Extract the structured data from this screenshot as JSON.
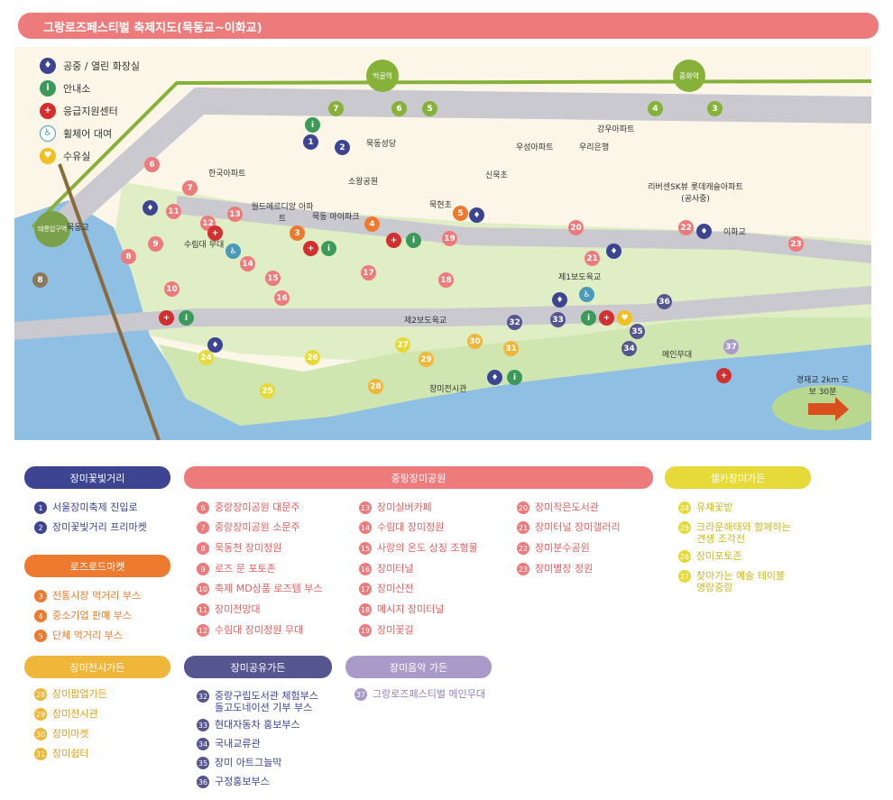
{
  "title": "그랑로즈페스티벌 축제지도(묵동교~이화교)",
  "legend": [
    {
      "label": "공중 / 열린 화장실",
      "icon": "toilet-icon",
      "color": "#3d4592"
    },
    {
      "label": "안내소",
      "icon": "info-icon",
      "color": "#3b9a5a"
    },
    {
      "label": "응급지원센터",
      "icon": "first-aid-icon",
      "color": "#d32f2f"
    },
    {
      "label": "휠체어 대여",
      "icon": "wheelchair-icon",
      "color": "#4a9ab8"
    },
    {
      "label": "수유실",
      "icon": "nursing-icon",
      "color": "#f0c020"
    }
  ],
  "map_labels": {
    "station_muk": "먹골역",
    "station_jh": "중화역",
    "station_tr": "태릉입구역",
    "mukdong_sd": "묵동성당",
    "sowang": "소왕공원",
    "korea_apt": "한국아파트",
    "worldmeridian": "월드메르디앙 아파트",
    "mukdong_ipark": "묵동 아이파크",
    "mukhyun": "묵현초",
    "woosung": "우성아파트",
    "woori": "우리은행",
    "gangwoo": "강우아파트",
    "sinmuk": "신묵초",
    "riverview": "리버센SK뷰 롯데캐슬아파트 (공사중)",
    "mukdonggyo": "묵동교",
    "suranda": "수림대 무대",
    "bridge1": "제1보도육교",
    "bridge2": "제2보도육교",
    "exhibit": "장미전시관",
    "mainstage": "메인무대",
    "ihwagyo": "이화교",
    "gyeongjae": "경재교 2km 도보 30분"
  },
  "sections": {
    "rose_street": {
      "title": "장미꽃빛거리",
      "color": "#3d4592",
      "items": [
        {
          "n": "1",
          "t": "서울장미축제 진입로"
        },
        {
          "n": "2",
          "t": "장미꽃빛거리 프리마켓"
        }
      ]
    },
    "rose_road": {
      "title": "로즈로드마켓",
      "color": "#ee7a2f",
      "items": [
        {
          "n": "3",
          "t": "전통시장 먹거리 부스"
        },
        {
          "n": "4",
          "t": "중소기업 판매 부스"
        },
        {
          "n": "5",
          "t": "단체 먹거리 부스"
        }
      ]
    },
    "rose_exhibit": {
      "title": "장미전시가든",
      "color": "#f0b63a",
      "items": [
        {
          "n": "28",
          "t": "장미팝업가든"
        },
        {
          "n": "29",
          "t": "장미전시관"
        },
        {
          "n": "30",
          "t": "장미마켓"
        },
        {
          "n": "31",
          "t": "장미쉼터"
        }
      ]
    },
    "park": {
      "title": "중랑장미공원",
      "color": "#ee7b7b",
      "col1": [
        {
          "n": "6",
          "t": "중랑장미공원 대문주"
        },
        {
          "n": "7",
          "t": "중랑장미공원 소문주"
        },
        {
          "n": "8",
          "t": "묵동천 장미정원"
        },
        {
          "n": "9",
          "t": "로즈 문 포토존"
        },
        {
          "n": "10",
          "t": "축제 MD상품 로즈템 부스"
        },
        {
          "n": "11",
          "t": "장미전망대"
        },
        {
          "n": "12",
          "t": "수림대 장미정원 무대"
        }
      ],
      "col2": [
        {
          "n": "13",
          "t": "장미실버카페"
        },
        {
          "n": "14",
          "t": "수림대 장미정원"
        },
        {
          "n": "15",
          "t": "사랑의 온도 상징 조형물"
        },
        {
          "n": "16",
          "t": "장미터널"
        },
        {
          "n": "17",
          "t": "장미신전"
        },
        {
          "n": "18",
          "t": "메시지 장미터널"
        },
        {
          "n": "19",
          "t": "장미꽃길"
        }
      ],
      "col3": [
        {
          "n": "20",
          "t": "장미작은도서관"
        },
        {
          "n": "21",
          "t": "장미터널 장미갤러리"
        },
        {
          "n": "22",
          "t": "장미분수공원"
        },
        {
          "n": "23",
          "t": "장미별장 정원"
        }
      ]
    },
    "share": {
      "title": "장미공유가든",
      "color": "#55568f",
      "items": [
        {
          "n": "32",
          "t": "중랑구립도서관 체험부스",
          "t2": "돌고도네이션 기부 부스"
        },
        {
          "n": "33",
          "t": "현대자동차 홍보부스"
        },
        {
          "n": "34",
          "t": "국내교류관"
        },
        {
          "n": "35",
          "t": "장미 아트그늘막"
        },
        {
          "n": "36",
          "t": "구정홍보부스"
        }
      ]
    },
    "music": {
      "title": "장미음악 가든",
      "color": "#a99ac9",
      "items": [
        {
          "n": "37",
          "t": "그랑로즈페스티벌 메인무대"
        }
      ]
    },
    "selfie": {
      "title": "셀카장미가든",
      "color": "#e6d93a",
      "items": [
        {
          "n": "24",
          "t": "유채꽃밭"
        },
        {
          "n": "25",
          "t": "크라운해태와 함께하는",
          "t2": "견생 조각전"
        },
        {
          "n": "26",
          "t": "장미포토존"
        },
        {
          "n": "27",
          "t": "찾아가는 예술 테이블",
          "t2": "명랑중랑"
        }
      ]
    }
  }
}
